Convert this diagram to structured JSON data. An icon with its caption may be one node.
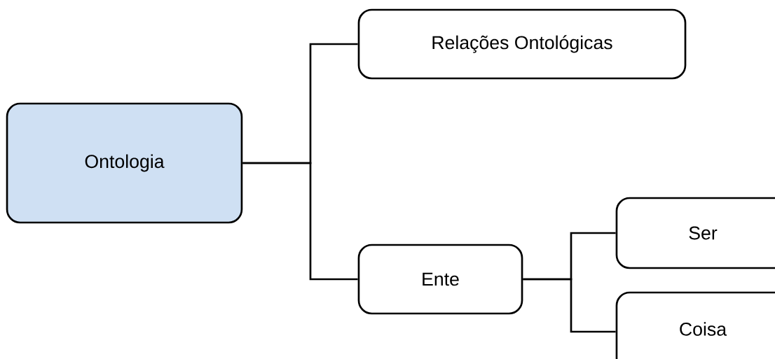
{
  "diagram": {
    "nodes": [
      {
        "text": [
          "Ontologia"
        ]
      },
      {
        "text": [
          "Relações Ontológicas"
        ]
      },
      {
        "text": [
          "Ente"
        ]
      },
      {
        "text": [
          "Ser"
        ]
      },
      {
        "text": [
          "Coisa"
        ]
      }
    ],
    "edges": [
      {
        "from": 0,
        "to": 1,
        "arrow": "none"
      },
      {
        "from": 0,
        "to": 2,
        "arrow": "none"
      },
      {
        "from": 2,
        "to": 3,
        "arrow": "none"
      },
      {
        "from": 2,
        "to": 4,
        "arrow": "none"
      }
    ]
  }
}
